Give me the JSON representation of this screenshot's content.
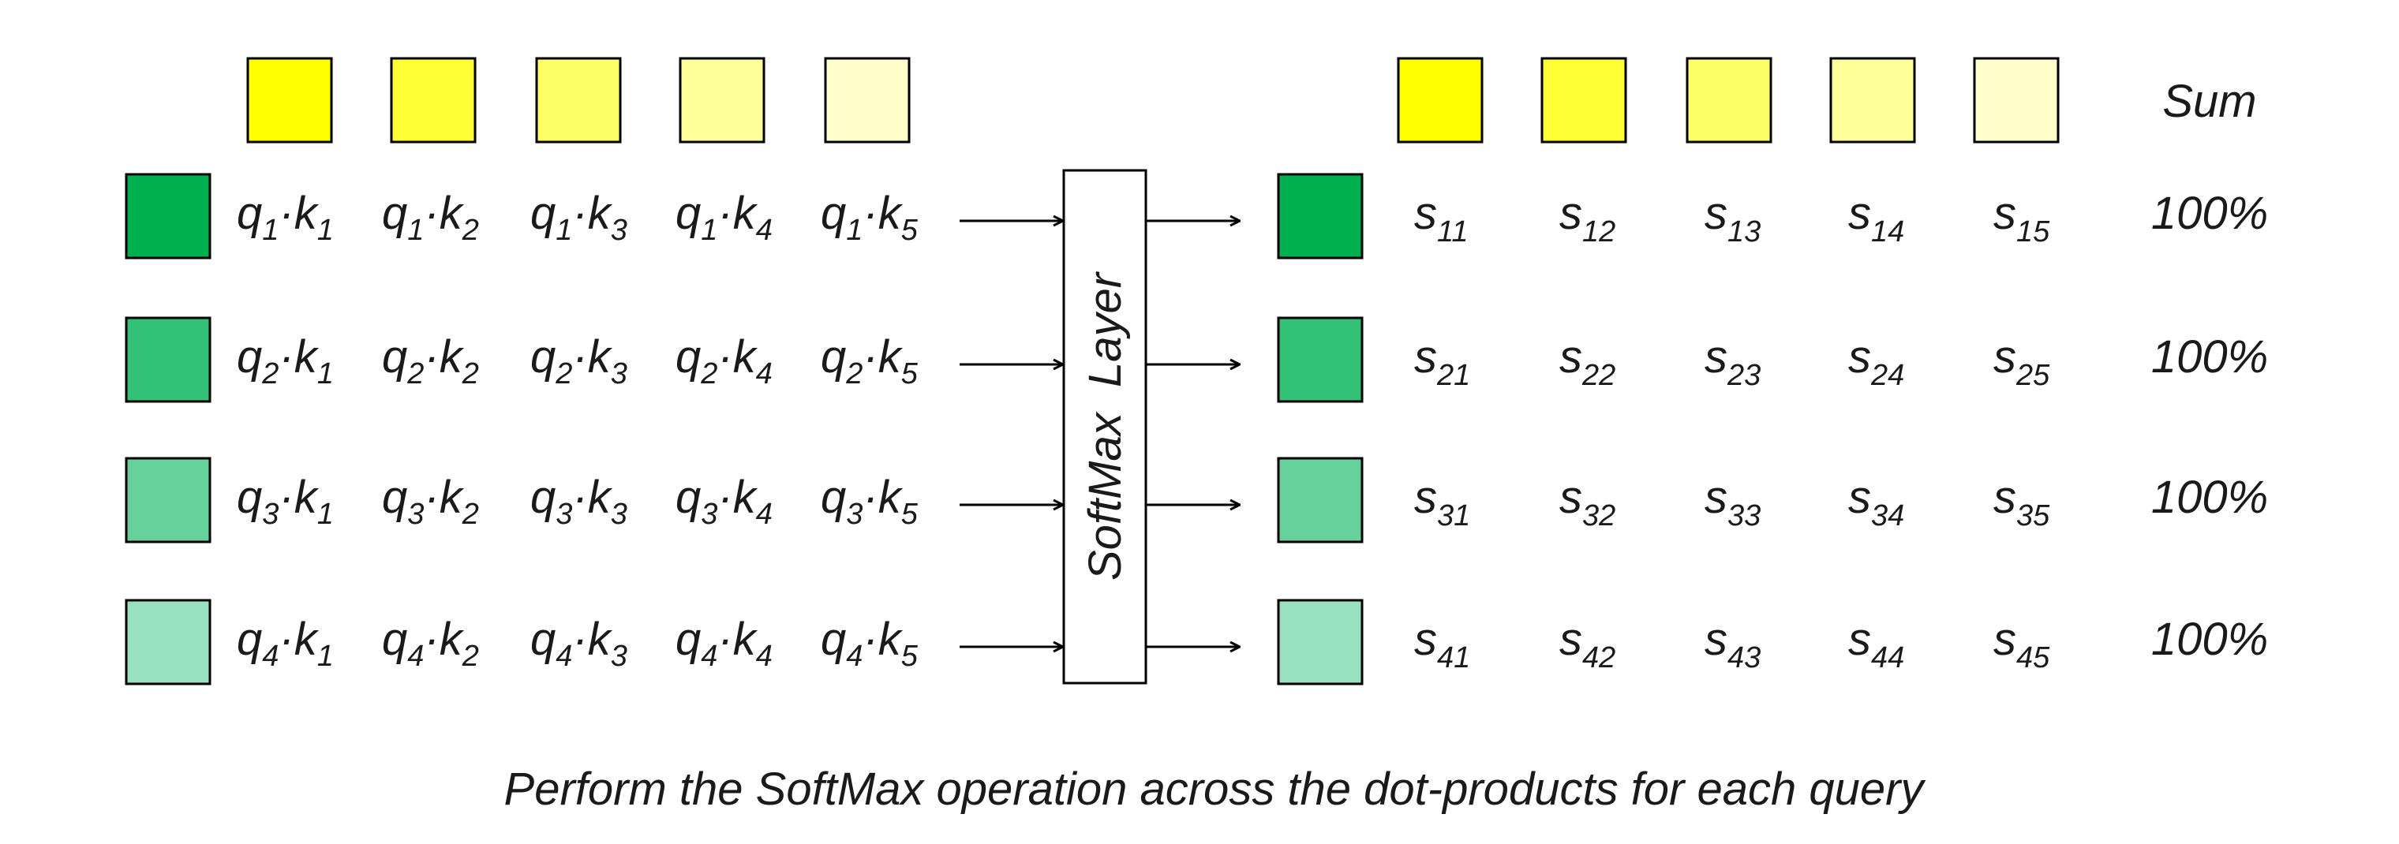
{
  "colors": {
    "key_colors": [
      "#FFFF00",
      "#FFFF33",
      "#FFFF66",
      "#FFFF99",
      "#FFFFCC"
    ],
    "query_colors": [
      "#00B050",
      "#33C175",
      "#66D19A",
      "#99E1BE"
    ],
    "stroke": "#000000",
    "text": "#1a1a1a",
    "background": "#FFFFFF"
  },
  "sum_header": "Sum",
  "softmax_label": "SoftMax  Layer",
  "caption": "Perform the SoftMax operation across the dot-products for each query",
  "left_rows": [
    [
      [
        "q",
        "1",
        "k",
        "1"
      ],
      [
        "q",
        "1",
        "k",
        "2"
      ],
      [
        "q",
        "1",
        "k",
        "3"
      ],
      [
        "q",
        "1",
        "k",
        "4"
      ],
      [
        "q",
        "1",
        "k",
        "5"
      ]
    ],
    [
      [
        "q",
        "2",
        "k",
        "1"
      ],
      [
        "q",
        "2",
        "k",
        "2"
      ],
      [
        "q",
        "2",
        "k",
        "3"
      ],
      [
        "q",
        "2",
        "k",
        "4"
      ],
      [
        "q",
        "2",
        "k",
        "5"
      ]
    ],
    [
      [
        "q",
        "3",
        "k",
        "1"
      ],
      [
        "q",
        "3",
        "k",
        "2"
      ],
      [
        "q",
        "3",
        "k",
        "3"
      ],
      [
        "q",
        "3",
        "k",
        "4"
      ],
      [
        "q",
        "3",
        "k",
        "5"
      ]
    ],
    [
      [
        "q",
        "4",
        "k",
        "1"
      ],
      [
        "q",
        "4",
        "k",
        "2"
      ],
      [
        "q",
        "4",
        "k",
        "3"
      ],
      [
        "q",
        "4",
        "k",
        "4"
      ],
      [
        "q",
        "4",
        "k",
        "5"
      ]
    ]
  ],
  "right_rows": [
    [
      [
        "s",
        "11"
      ],
      [
        "s",
        "12"
      ],
      [
        "s",
        "13"
      ],
      [
        "s",
        "14"
      ],
      [
        "s",
        "15"
      ]
    ],
    [
      [
        "s",
        "21"
      ],
      [
        "s",
        "22"
      ],
      [
        "s",
        "23"
      ],
      [
        "s",
        "24"
      ],
      [
        "s",
        "25"
      ]
    ],
    [
      [
        "s",
        "31"
      ],
      [
        "s",
        "32"
      ],
      [
        "s",
        "33"
      ],
      [
        "s",
        "34"
      ],
      [
        "s",
        "35"
      ]
    ],
    [
      [
        "s",
        "41"
      ],
      [
        "s",
        "42"
      ],
      [
        "s",
        "43"
      ],
      [
        "s",
        "44"
      ],
      [
        "s",
        "45"
      ]
    ]
  ],
  "row_sums": [
    "100%",
    "100%",
    "100%",
    "100%"
  ]
}
